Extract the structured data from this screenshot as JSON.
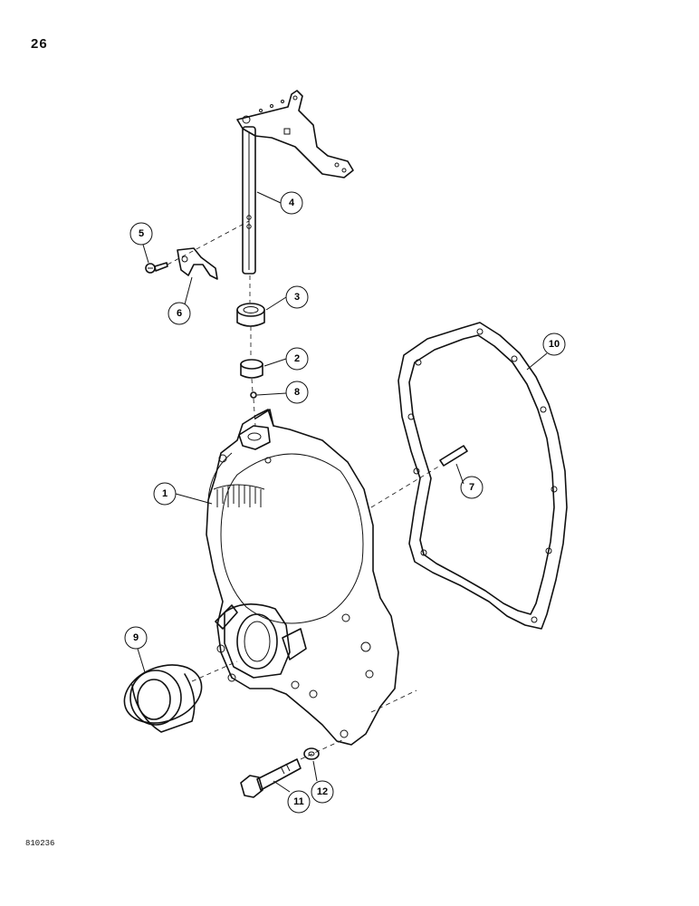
{
  "page": {
    "number": "26",
    "figure_code": "810236"
  },
  "callouts": [
    "1",
    "2",
    "3",
    "4",
    "5",
    "6",
    "7",
    "8",
    "9",
    "10",
    "11",
    "12"
  ]
}
